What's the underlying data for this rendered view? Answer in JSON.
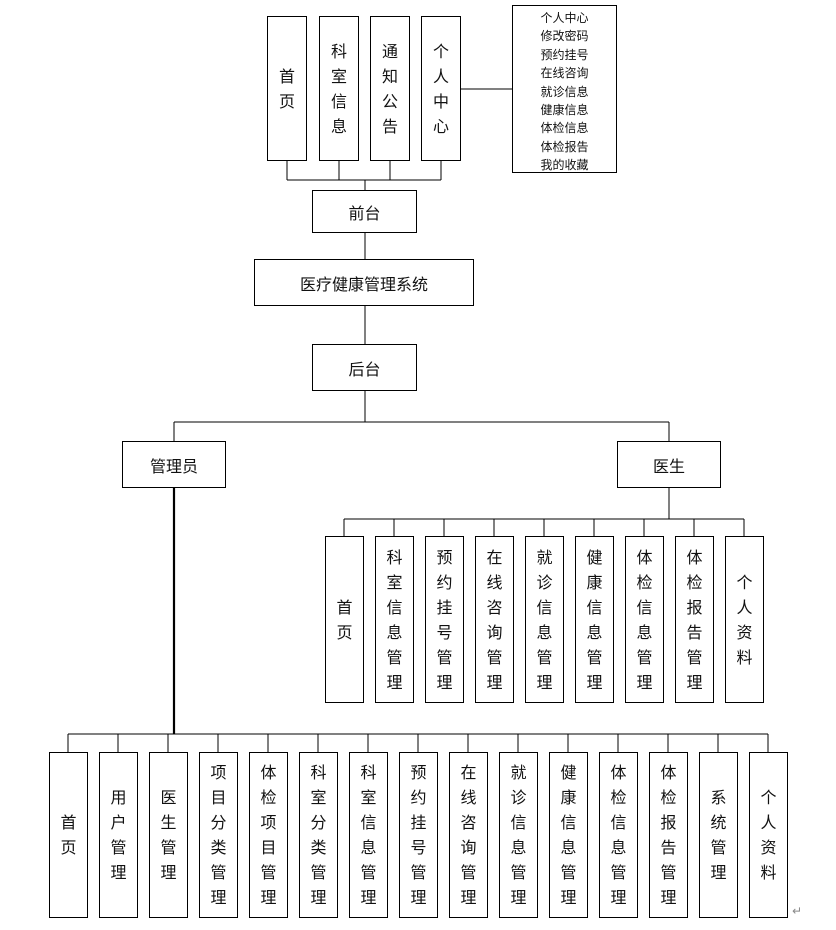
{
  "system": "医疗健康管理系统",
  "frontend": {
    "label": "前台",
    "modules": [
      "首页",
      "科室信息",
      "通知公告",
      "个人中心"
    ],
    "personal_center_items": [
      "个人中心",
      "修改密码",
      "预约挂号",
      "在线咨询",
      "就诊信息",
      "健康信息",
      "体检信息",
      "体检报告",
      "我的收藏"
    ]
  },
  "backend": {
    "label": "后台",
    "admin": {
      "label": "管理员",
      "modules": [
        "首页",
        "用户管理",
        "医生管理",
        "项目分类管理",
        "体检项目管理",
        "科室分类管理",
        "科室信息管理",
        "预约挂号管理",
        "在线咨询管理",
        "就诊信息管理",
        "健康信息管理",
        "体检信息管理",
        "体检报告管理",
        "系统管理",
        "个人资料"
      ]
    },
    "doctor": {
      "label": "医生",
      "modules": [
        "首页",
        "科室信息管理",
        "预约挂号管理",
        "在线咨询管理",
        "就诊信息管理",
        "健康信息管理",
        "体检信息管理",
        "体检报告管理",
        "个人资料"
      ]
    }
  },
  "return_mark": "↵"
}
